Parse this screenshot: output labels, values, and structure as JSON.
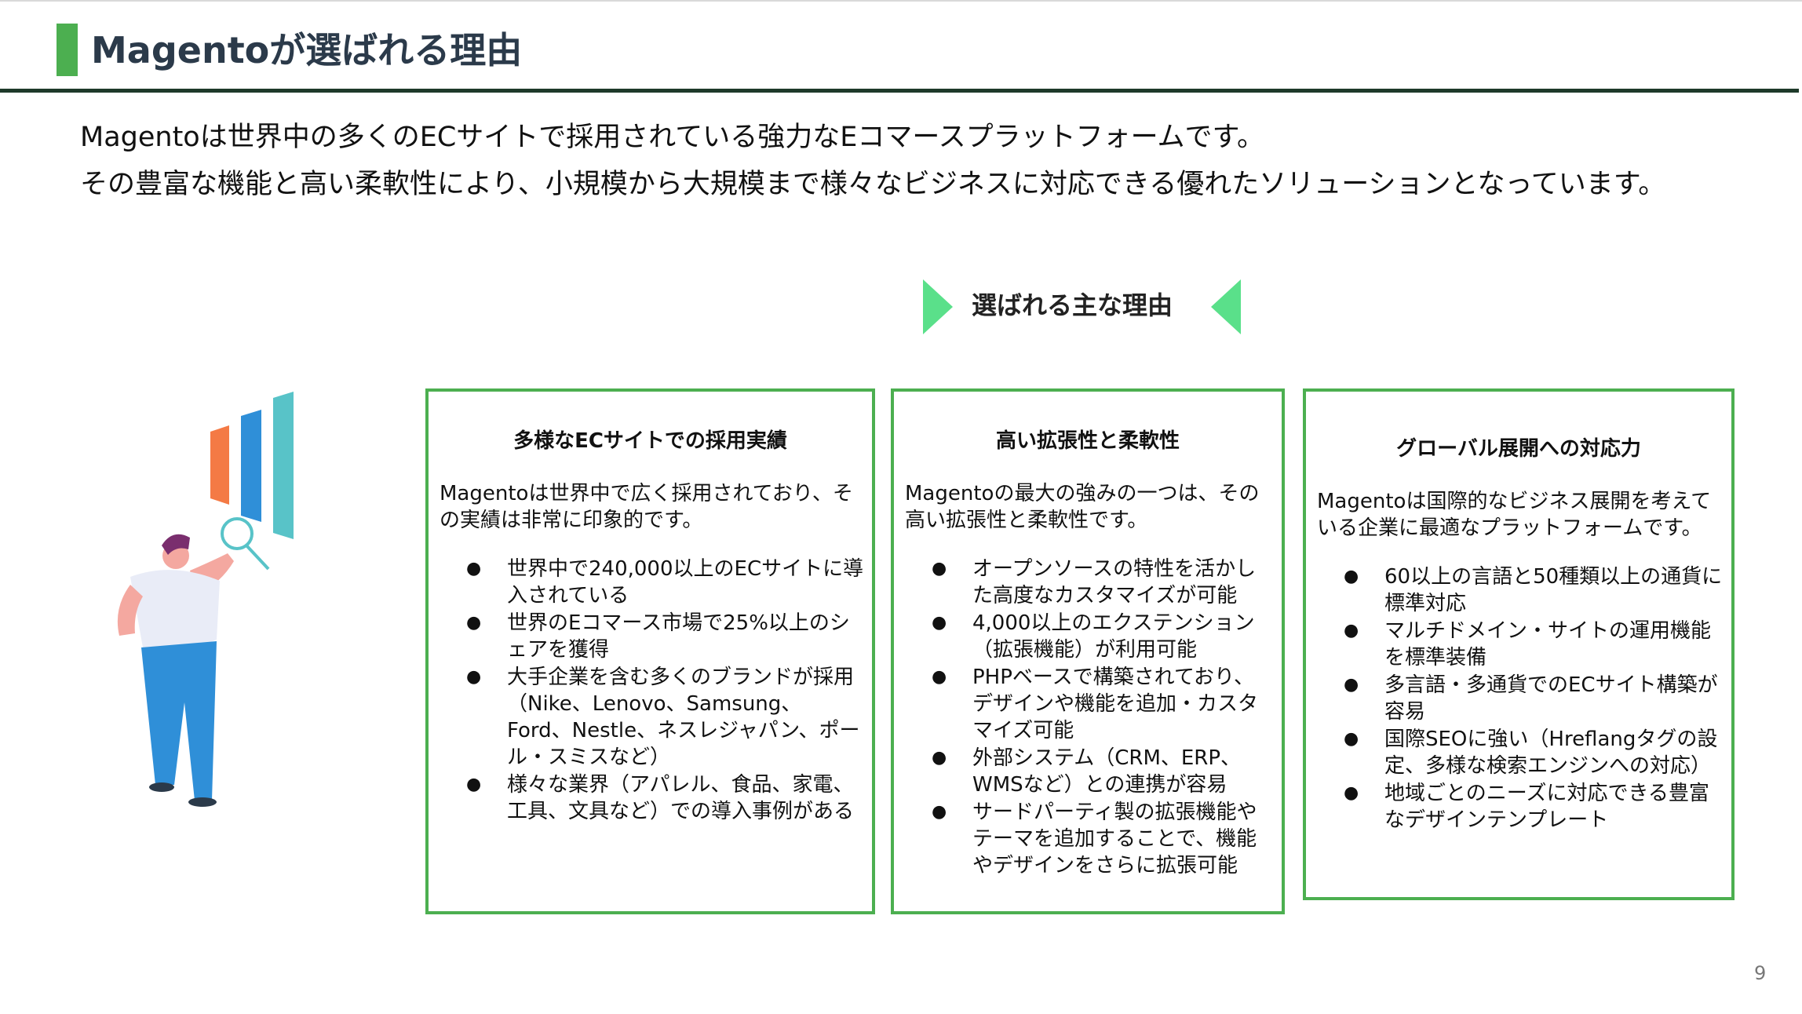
{
  "title": "Magentoが選ばれる理由",
  "intro": {
    "line1": "Magentoは世界中の多くのECサイトで採用されている強力なEコマースプラットフォームです。",
    "line2": "その豊富な機能と高い柔軟性により、小規模から大規模まで様々なビジネスに対応できる優れたソリューションとなっています。"
  },
  "section_heading": "選ばれる主な理由",
  "cards": [
    {
      "title": "多様なECサイトでの採用実績",
      "description": "Magentoは世界中で広く採用されており、その実績は非常に印象的です。",
      "items": [
        "世界中で240,000以上のECサイトに導入されている",
        "世界のEコマース市場で25%以上のシェアを獲得",
        "大手企業を含む多くのブランドが採用（Nike、Lenovo、Samsung、Ford、Nestle、ネスレジャパン、ポール・スミスなど）",
        "様々な業界（アパレル、食品、家電、工具、文具など）での導入事例がある"
      ]
    },
    {
      "title": "高い拡張性と柔軟性",
      "description": "Magentoの最大の強みの一つは、その高い拡張性と柔軟性です。",
      "items": [
        "オープンソースの特性を活かした高度なカスタマイズが可能",
        "4,000以上のエクステンション（拡張機能）が利用可能",
        "PHPベースで構築されており、デザインや機能を追加・カスタマイズ可能",
        "外部システム（CRM、ERP、WMSなど）との連携が容易",
        "サードパーティ製の拡張機能やテーマを追加することで、機能やデザインをさらに拡張可能"
      ]
    },
    {
      "title": "グローバル展開への対応力",
      "description": "Magentoは国際的なビジネス展開を考えている企業に最適なプラットフォームです。",
      "items": [
        "60以上の言語と50種類以上の通貨に標準対応",
        "マルチドメイン・サイトの運用機能を標準装備",
        "多言語・多通貨でのECサイト構築が容易",
        "国際SEOに強い（Hreflangタグの設定、多様な検索エンジンへの対応）",
        "地域ごとのニーズに対応できる豊富なデザインテンプレート"
      ]
    }
  ],
  "page_number": "9",
  "colors": {
    "accent_green": "#4caf50",
    "arrow_green": "#5ae08a",
    "title_rule": "#1e3a2a",
    "title_text": "#2b3a4a"
  },
  "icons": {
    "illustration": "person-analyzing-chart-with-magnifier",
    "bullet": "bullet-dot-icon"
  }
}
